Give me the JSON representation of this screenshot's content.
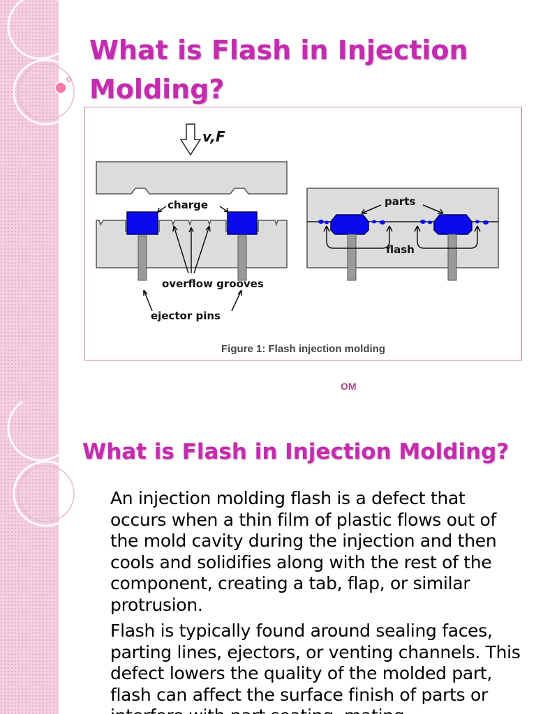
{
  "slide1": {
    "title": "What is Flash in Injection Molding?",
    "figure": {
      "labels": {
        "force": "v,F",
        "charge": "charge",
        "overflow_grooves": "overflow grooves",
        "ejector_pins": "ejector pins",
        "parts": "parts",
        "flash": "flash"
      },
      "caption": "Figure 1: Flash injection molding"
    },
    "footer_fragment": "OM"
  },
  "slide2": {
    "title": "What is Flash in Injection Molding?",
    "paragraphs": [
      "An injection molding flash is a defect that occurs when a thin film of plastic flows out of the mold cavity during the injection and then cools and solidifies along with the rest of the component, creating a tab, flap, or similar protrusion.",
      "Flash is typically found around sealing faces, parting lines, ejectors, or venting channels. This defect lowers the quality of the molded part, flash can affect the surface finish of parts or interfere with part seating, mating"
    ]
  },
  "colors": {
    "title": "#c42bb0",
    "stripe": "#f5cfe1",
    "charge_blue": "#0a0aef",
    "mold_gray": "#dcdcdc"
  }
}
